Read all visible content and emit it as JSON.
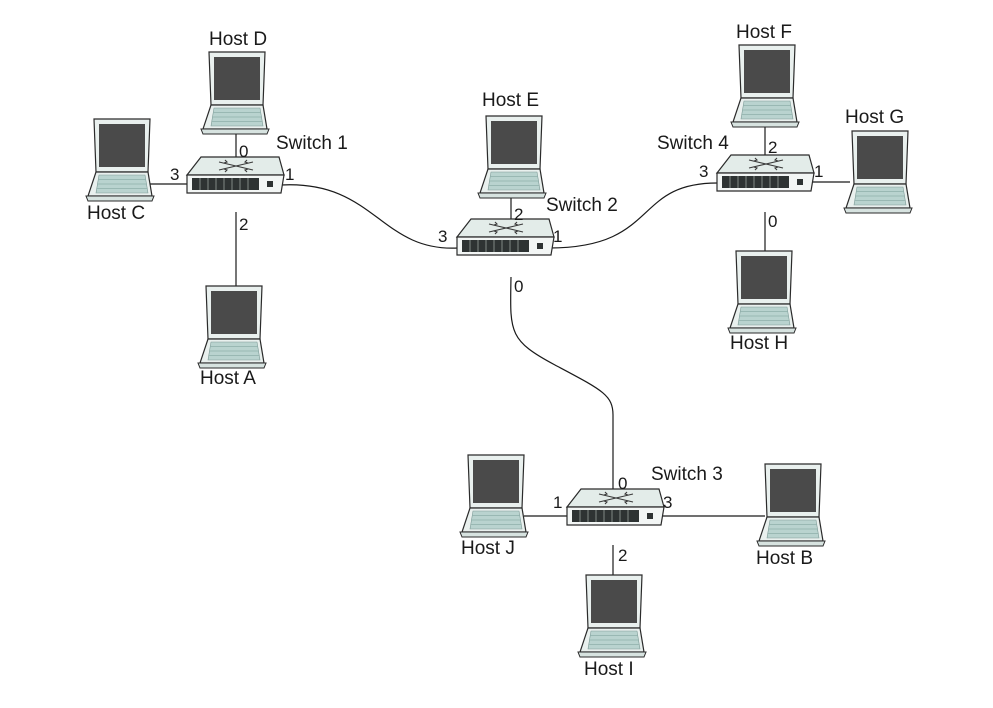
{
  "switches": [
    {
      "id": "s1",
      "label": "Switch 1"
    },
    {
      "id": "s2",
      "label": "Switch 2"
    },
    {
      "id": "s3",
      "label": "Switch 3"
    },
    {
      "id": "s4",
      "label": "Switch 4"
    }
  ],
  "hosts": [
    {
      "id": "A",
      "label": "Host A"
    },
    {
      "id": "B",
      "label": "Host B"
    },
    {
      "id": "C",
      "label": "Host C"
    },
    {
      "id": "D",
      "label": "Host D"
    },
    {
      "id": "E",
      "label": "Host E"
    },
    {
      "id": "F",
      "label": "Host F"
    },
    {
      "id": "G",
      "label": "Host G"
    },
    {
      "id": "H",
      "label": "Host H"
    },
    {
      "id": "I",
      "label": "Host I"
    },
    {
      "id": "J",
      "label": "Host J"
    }
  ],
  "links": [
    {
      "from": "s1",
      "port": "0",
      "to": "D"
    },
    {
      "from": "s1",
      "port": "1",
      "to": "s2",
      "to_port": "3"
    },
    {
      "from": "s1",
      "port": "2",
      "to": "A"
    },
    {
      "from": "s1",
      "port": "3",
      "to": "C"
    },
    {
      "from": "s2",
      "port": "0",
      "to": "s3",
      "to_port": "0"
    },
    {
      "from": "s2",
      "port": "1",
      "to": "s4",
      "to_port": "3"
    },
    {
      "from": "s2",
      "port": "2",
      "to": "E"
    },
    {
      "from": "s3",
      "port": "1",
      "to": "J"
    },
    {
      "from": "s3",
      "port": "2",
      "to": "I"
    },
    {
      "from": "s3",
      "port": "3",
      "to": "B"
    },
    {
      "from": "s4",
      "port": "0",
      "to": "H"
    },
    {
      "from": "s4",
      "port": "1",
      "to": "G"
    },
    {
      "from": "s4",
      "port": "2",
      "to": "F"
    }
  ],
  "colors": {
    "screen": "#4a4a4a",
    "device_body": "#e9f0ee",
    "keyboard": "#b9d3cf",
    "outline": "#2b2b2b"
  },
  "icons": {
    "host": "laptop-icon",
    "switch": "network-switch-icon"
  }
}
